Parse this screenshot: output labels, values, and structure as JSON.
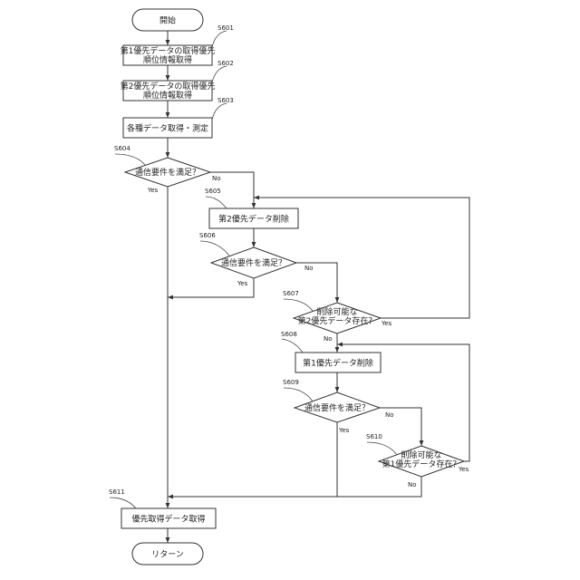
{
  "nodes": {
    "start": "開始",
    "s601_l1": "第1優先データの取得優先",
    "s601_l2": "順位情報取得",
    "s602_l1": "第2優先データの取得優先",
    "s602_l2": "順位情報取得",
    "s603": "各種データ取得・測定",
    "s604": "通信要件を満足？",
    "s605": "第2優先データ削除",
    "s606": "通信要件を満足？",
    "s607_l1": "削除可能な",
    "s607_l2": "第2優先データ存在？",
    "s608": "第1優先データ削除",
    "s609": "通信要件を満足？",
    "s610_l1": "削除可能な",
    "s610_l2": "第1優先データ存在？",
    "s611": "優先取得データ取得",
    "end": "リターン"
  },
  "step_labels": {
    "s601": "S601",
    "s602": "S602",
    "s603": "S603",
    "s604": "S604",
    "s605": "S605",
    "s606": "S606",
    "s607": "S607",
    "s608": "S608",
    "s609": "S609",
    "s610": "S610",
    "s611": "S611"
  },
  "branches": {
    "yes": "Yes",
    "no": "No"
  }
}
